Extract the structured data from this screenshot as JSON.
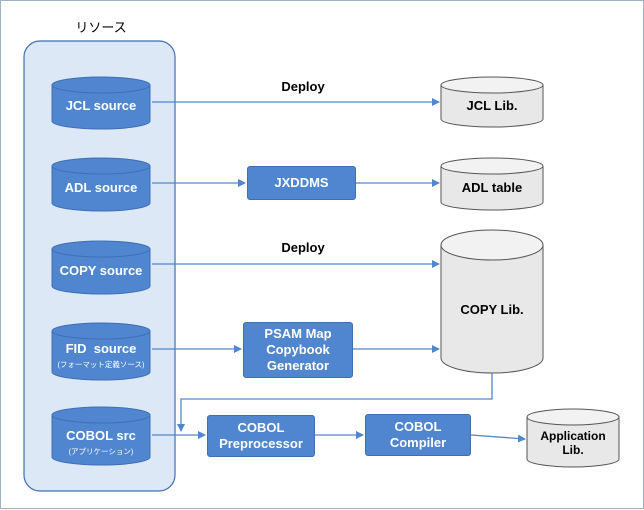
{
  "group": {
    "title": "リソース"
  },
  "resources": {
    "jcl": "JCL source",
    "adl": "ADL source",
    "copy": "COPY source",
    "fid": "FID  source",
    "fid_sub": "(フォーマット定義ソース)",
    "cobol": "COBOL src",
    "cobol_sub": "(アプリケーション)"
  },
  "processes": {
    "jxddms": "JXDDMS",
    "psam_line1": "PSAM Map",
    "psam_line2": "Copybook",
    "psam_line3": "Generator",
    "pre_line1": "COBOL",
    "pre_line2": "Preprocessor",
    "comp_line1": "COBOL",
    "comp_line2": "Compiler"
  },
  "targets": {
    "jcl_lib": "JCL Lib.",
    "adl_table": "ADL table",
    "copy_lib": "COPY Lib.",
    "app_line1": "Application",
    "app_line2": "Lib."
  },
  "edges": {
    "deploy1": "Deploy",
    "deploy2": "Deploy"
  },
  "colors": {
    "resource_fill": "#4f86cf",
    "group_fill": "#dde8f6",
    "group_border": "#3e6fb3",
    "target_fill": "#e8e8e8",
    "arrow": "#4f86cf"
  }
}
